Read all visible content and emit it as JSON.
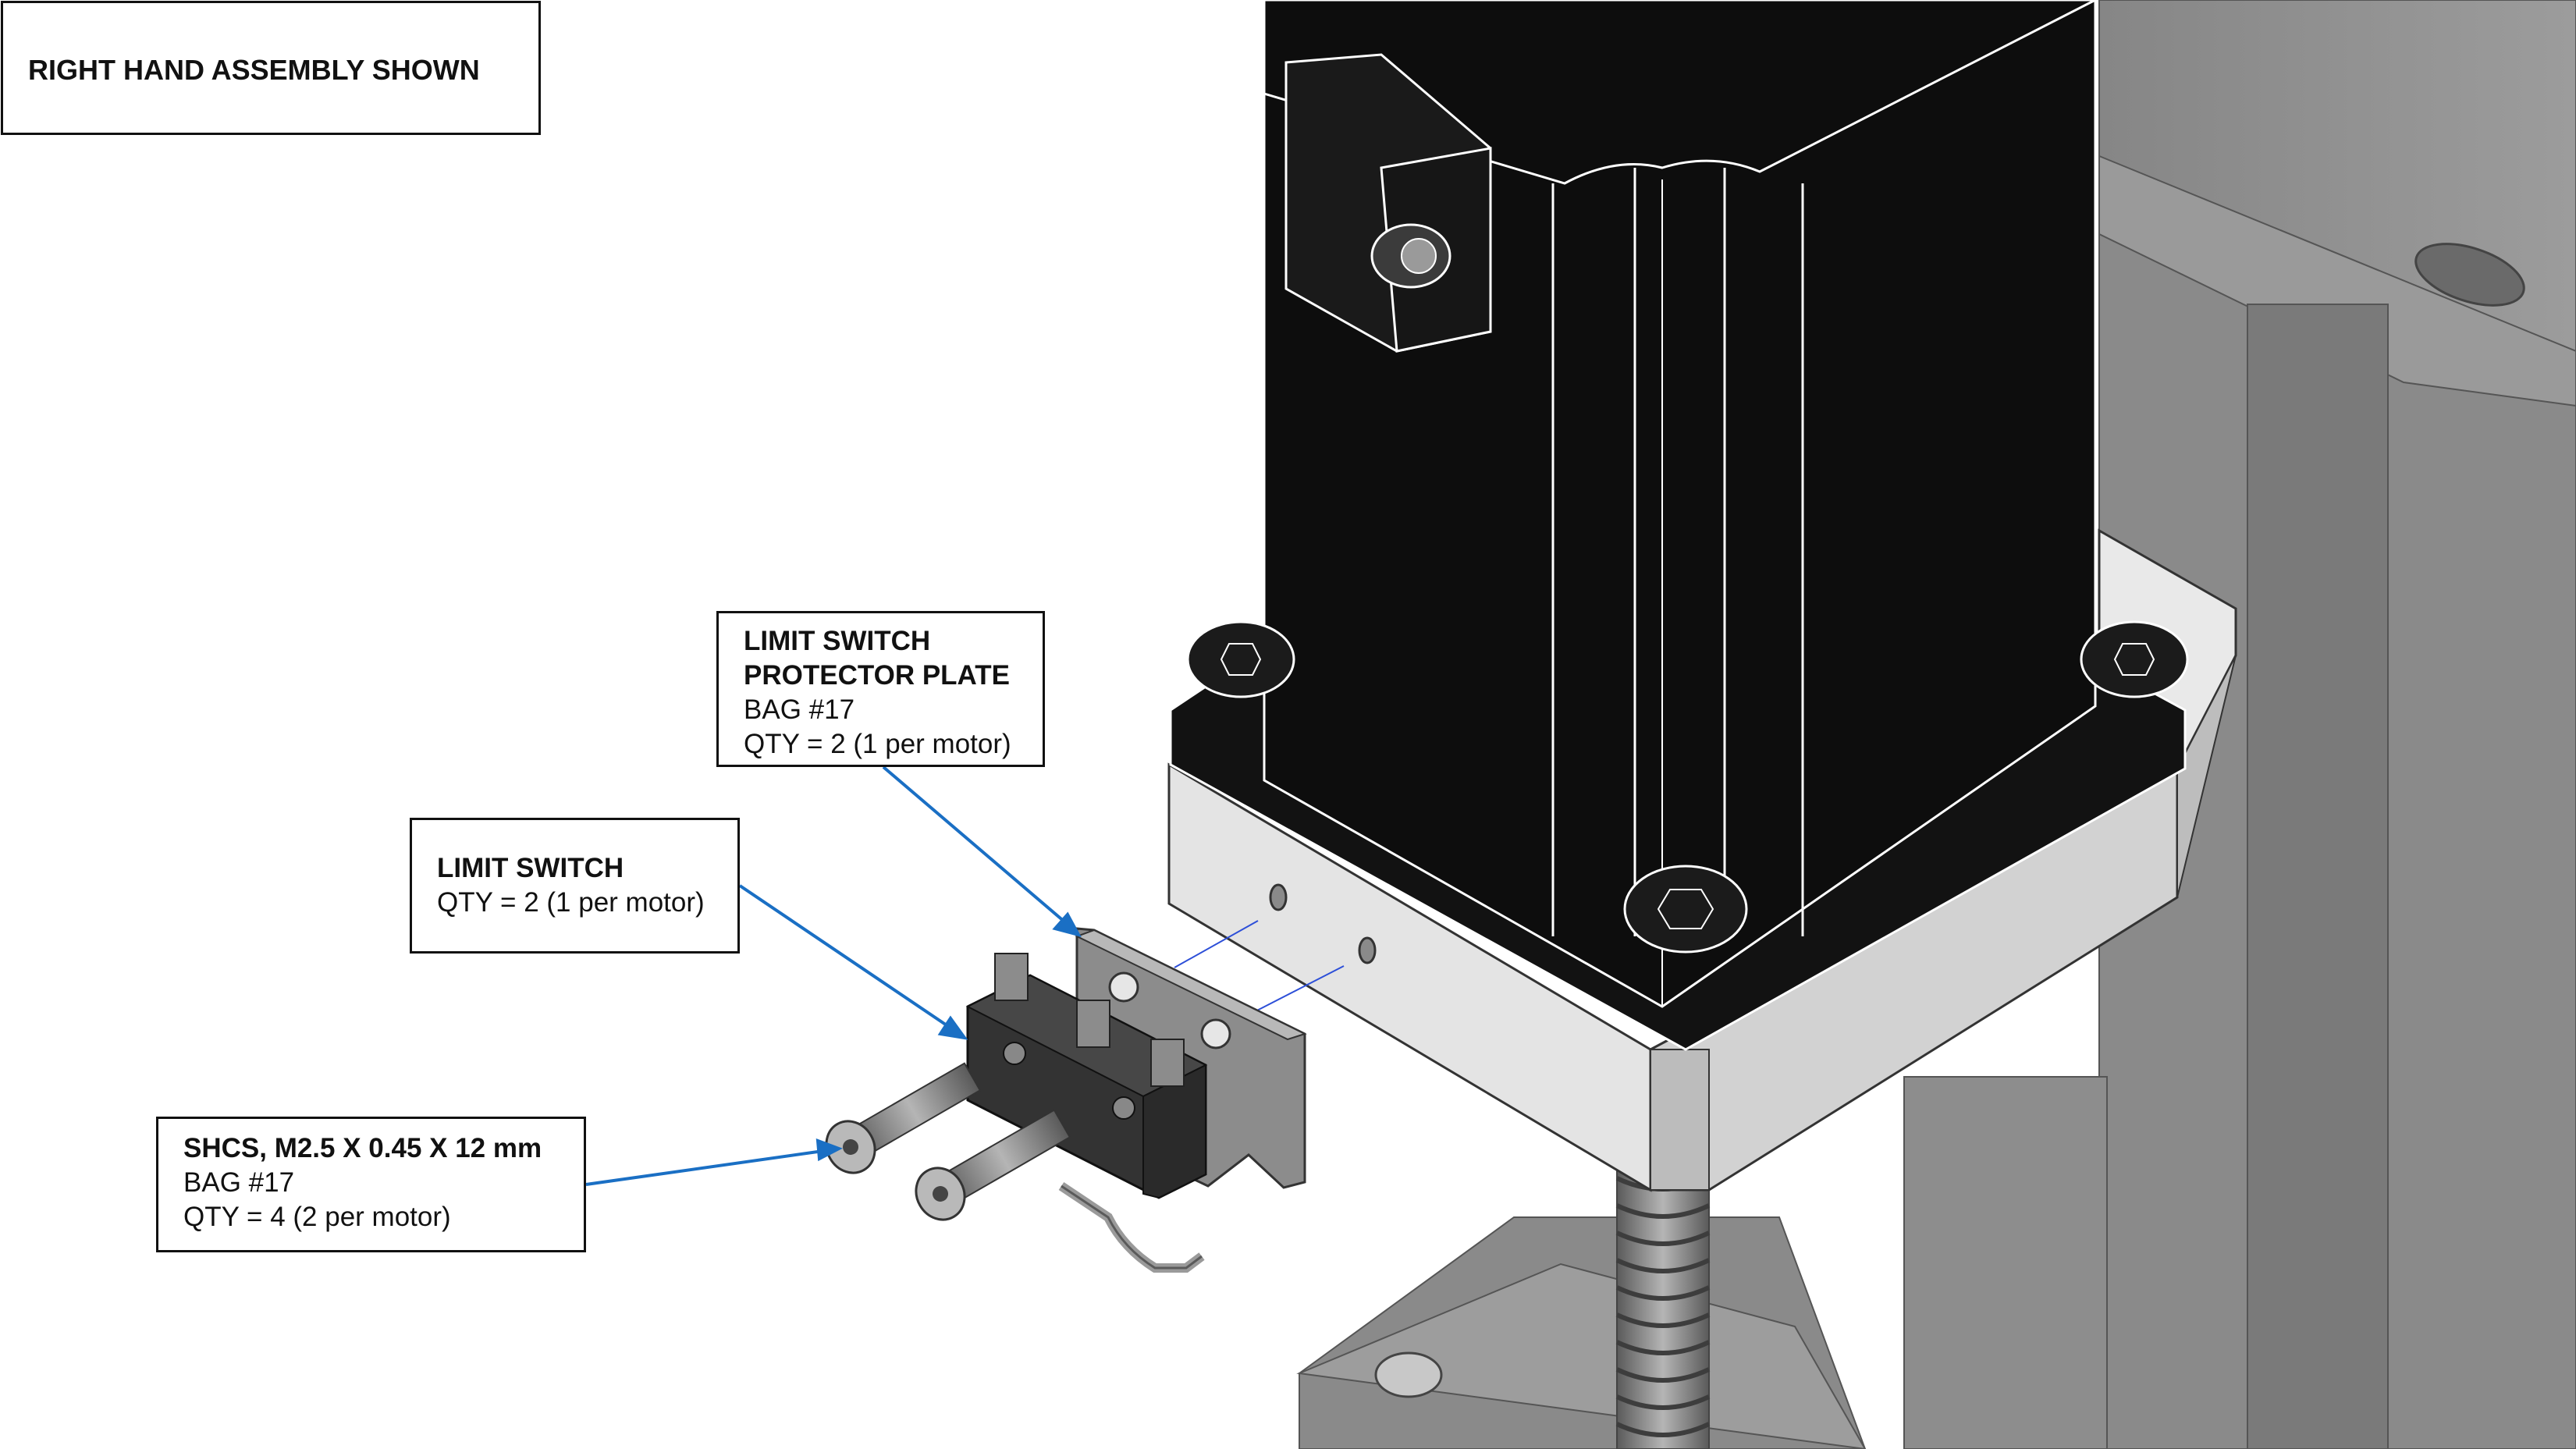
{
  "drawing": {
    "title": "RIGHT HAND ASSEMBLY SHOWN",
    "callouts": {
      "protector_plate": {
        "name_line1": "LIMIT SWITCH",
        "name_line2": "PROTECTOR PLATE",
        "bag": "BAG #17",
        "qty": "QTY = 2 (1 per motor)"
      },
      "limit_switch": {
        "name": "LIMIT SWITCH",
        "qty": "QTY = 2 (1 per motor)"
      },
      "screw": {
        "name": "SHCS, M2.5 X 0.45 X 12 mm",
        "bag": "BAG #17",
        "qty": "QTY = 4 (2 per motor)"
      }
    }
  },
  "colors": {
    "leader_line": "#1a6fc4",
    "axis_line": "#2d4fd8",
    "motor_body": "#0f0f0f",
    "mount_block": "#c9c9c9",
    "frame": "#8f8f8f",
    "leadscrew": "#9a9a9a"
  }
}
